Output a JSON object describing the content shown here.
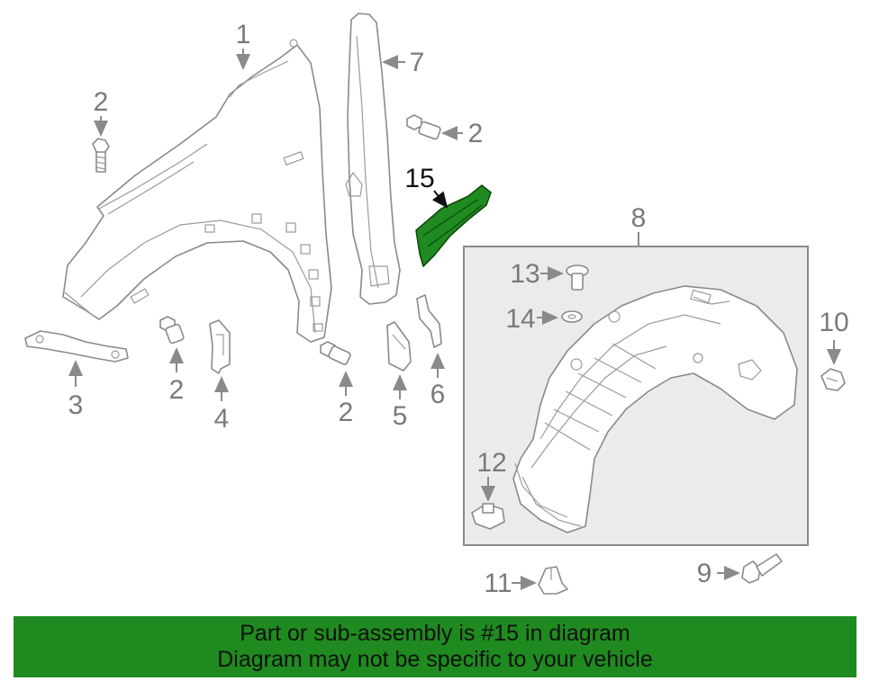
{
  "callouts": {
    "c1": "1",
    "c2a": "2",
    "c2b": "2",
    "c2c": "2",
    "c2d": "2",
    "c3": "3",
    "c4": "4",
    "c5": "5",
    "c6": "6",
    "c7": "7",
    "c8": "8",
    "c9": "9",
    "c10": "10",
    "c11": "11",
    "c12": "12",
    "c13": "13",
    "c14": "14",
    "c15": "15"
  },
  "highlight_color": "#1f8a1f",
  "banner": {
    "line1": "Part or sub-assembly is #15 in diagram",
    "line2": "Diagram may not be specific to your vehicle"
  }
}
